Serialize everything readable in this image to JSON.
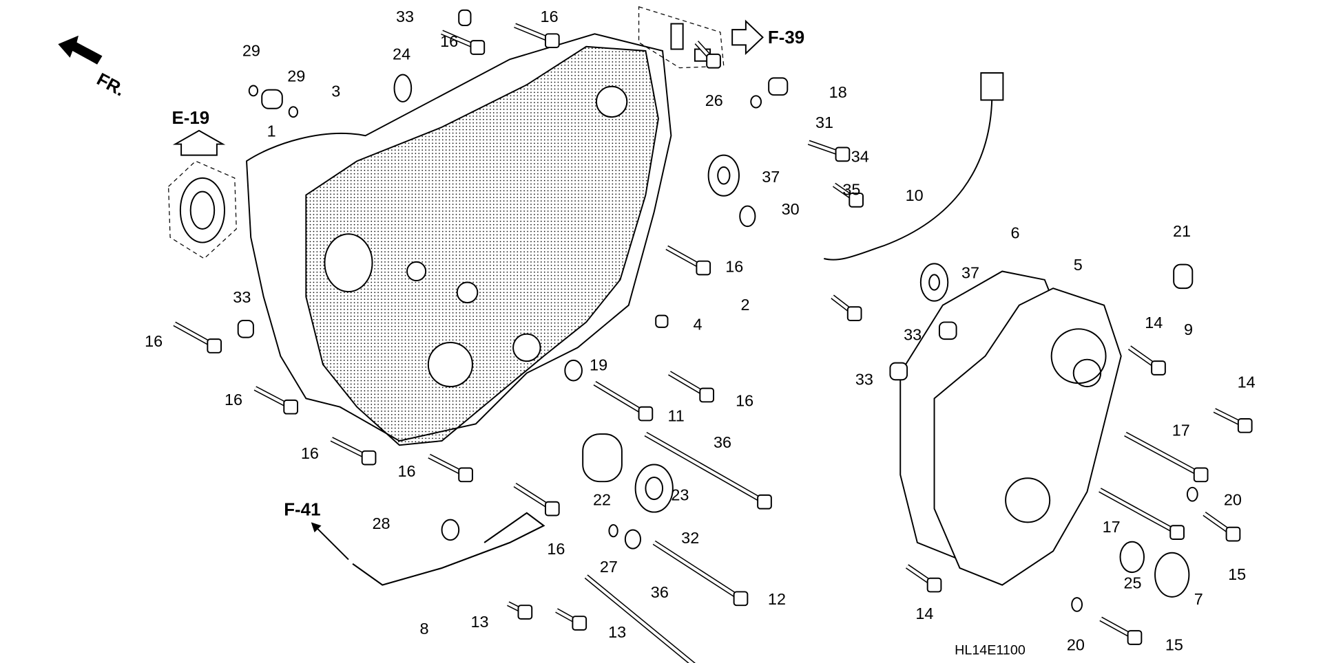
{
  "diagram": {
    "direction_label": "FR.",
    "drawing_code": "HL14E1100",
    "references": {
      "e19": "E-19",
      "f39": "F-39",
      "f41": "F-41"
    },
    "callouts": [
      "33",
      "16",
      "16",
      "24",
      "29",
      "29",
      "3",
      "1",
      "18",
      "26",
      "31",
      "34",
      "37",
      "35",
      "30",
      "10",
      "16",
      "2",
      "4",
      "33",
      "16",
      "19",
      "16",
      "11",
      "16",
      "16",
      "16",
      "36",
      "22",
      "23",
      "28",
      "16",
      "27",
      "32",
      "12",
      "36",
      "13",
      "13",
      "8",
      "37",
      "6",
      "5",
      "21",
      "33",
      "14",
      "9",
      "14",
      "33",
      "17",
      "20",
      "17",
      "15",
      "25",
      "7",
      "14",
      "20",
      "15"
    ]
  }
}
